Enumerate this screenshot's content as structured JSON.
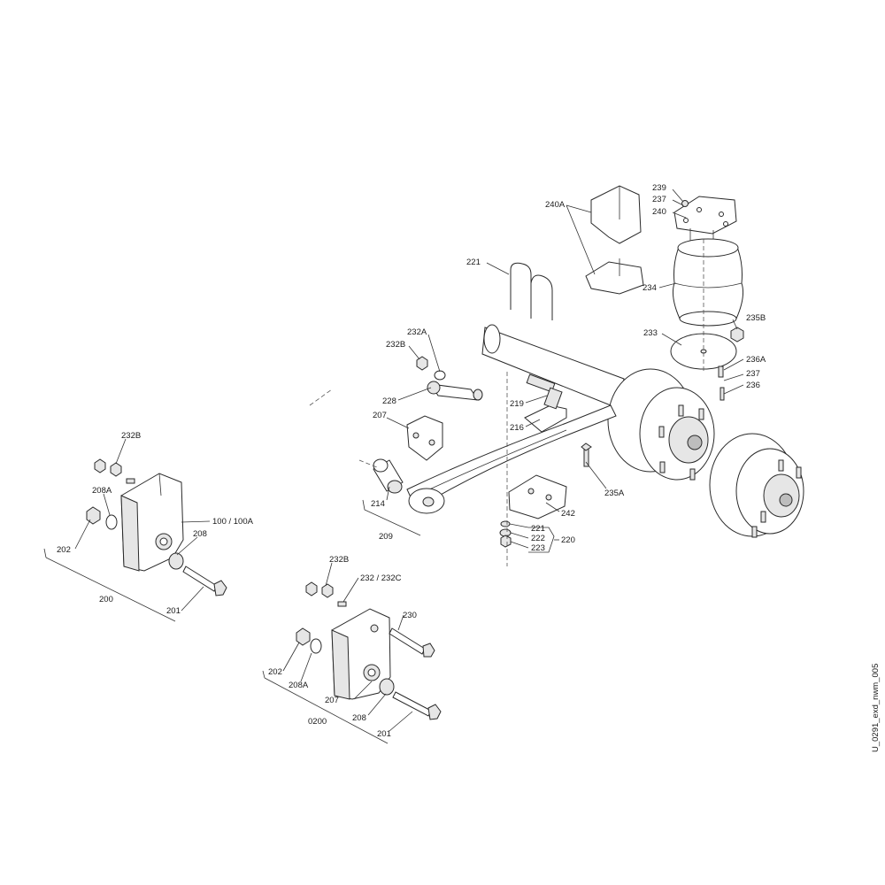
{
  "drawing_code": "U_0291_exd_nwm_005",
  "labels": {
    "l239": "239",
    "l237a": "237",
    "l240": "240",
    "l240A": "240A",
    "l221a": "221",
    "l234": "234",
    "l235B": "235B",
    "l233": "233",
    "l236A": "236A",
    "l237b": "237",
    "l236": "236",
    "l232A": "232A",
    "l232Ba": "232B",
    "l228": "228",
    "l207a": "207",
    "l219": "219",
    "l216": "216",
    "l235A": "235A",
    "l214": "214",
    "l209": "209",
    "l242": "242",
    "l221b": "221",
    "l222": "222",
    "l223": "223",
    "l220": "220",
    "l232Bb": "232B",
    "l208Aa": "208A",
    "l100": "100 / 100A",
    "l202a": "202",
    "l208a": "208",
    "l200": "200",
    "l201a": "201",
    "l232Bc": "232B",
    "l232": "232 / 232C",
    "l230": "230",
    "l202b": "202",
    "l208Ab": "208A",
    "l207b": "207",
    "l0200": "0200",
    "l208b": "208",
    "l201b": "201"
  }
}
